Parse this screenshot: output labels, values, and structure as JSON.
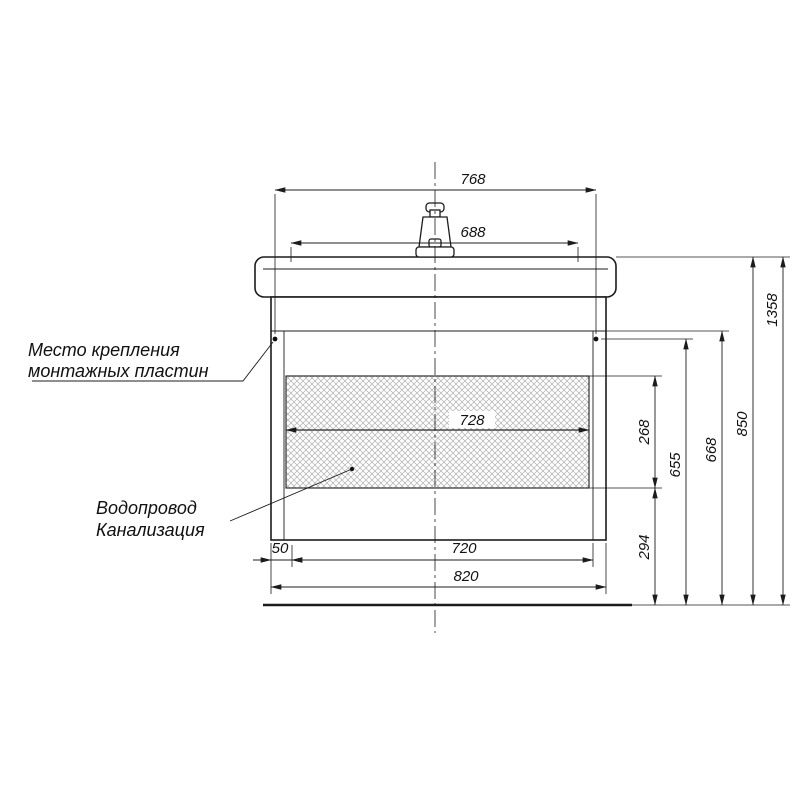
{
  "drawing": {
    "labels": {
      "mounting_line1": "Место крепления",
      "mounting_line2": "монтажных пластин",
      "plumbing_line1": "Водопровод",
      "plumbing_line2": "Канализация"
    },
    "dims": {
      "top_width": "768",
      "tap_span": "688",
      "drawer_width": "728",
      "drawer_front_height": "268",
      "inner_height": "655",
      "cabinet_height": "668",
      "floor_clearance": "294",
      "worktop_height": "850",
      "overall_height": "1358",
      "side_offset": "50",
      "inner_width": "720",
      "overall_width": "820"
    },
    "colors": {
      "line": "#1c1c1c",
      "hatch": "#b0b0b0",
      "background": "#ffffff"
    }
  }
}
